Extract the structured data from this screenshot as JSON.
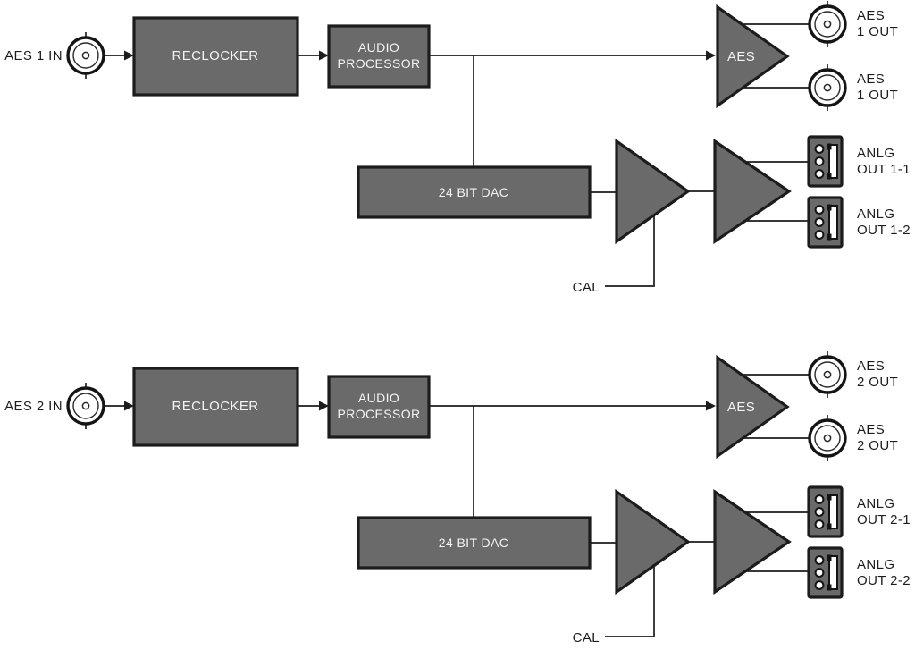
{
  "colors": {
    "background": "#ffffff",
    "block_fill": "#6a6a6a",
    "outline": "#1c1c1c",
    "block_text": "#f4f4f4",
    "label_text": "#1c1c1c"
  },
  "channels": [
    {
      "input_label": "AES 1 IN",
      "reclocker_label": "RECLOCKER",
      "processor_label_line1": "AUDIO",
      "processor_label_line2": "PROCESSOR",
      "dac_label": "24 BIT DAC",
      "aes_driver_label": "AES",
      "cal_label": "CAL",
      "aes_outputs": [
        {
          "line1": "AES",
          "line2": "1 OUT"
        },
        {
          "line1": "AES",
          "line2": "1 OUT"
        }
      ],
      "anlg_outputs": [
        {
          "line1": "ANLG",
          "line2": "OUT 1-1"
        },
        {
          "line1": "ANLG",
          "line2": "OUT 1-2"
        }
      ]
    },
    {
      "input_label": "AES 2 IN",
      "reclocker_label": "RECLOCKER",
      "processor_label_line1": "AUDIO",
      "processor_label_line2": "PROCESSOR",
      "dac_label": "24 BIT DAC",
      "aes_driver_label": "AES",
      "cal_label": "CAL",
      "aes_outputs": [
        {
          "line1": "AES",
          "line2": "2 OUT"
        },
        {
          "line1": "AES",
          "line2": "2 OUT"
        }
      ],
      "anlg_outputs": [
        {
          "line1": "ANLG",
          "line2": "OUT 2-1"
        },
        {
          "line1": "ANLG",
          "line2": "OUT 2-2"
        }
      ]
    }
  ]
}
